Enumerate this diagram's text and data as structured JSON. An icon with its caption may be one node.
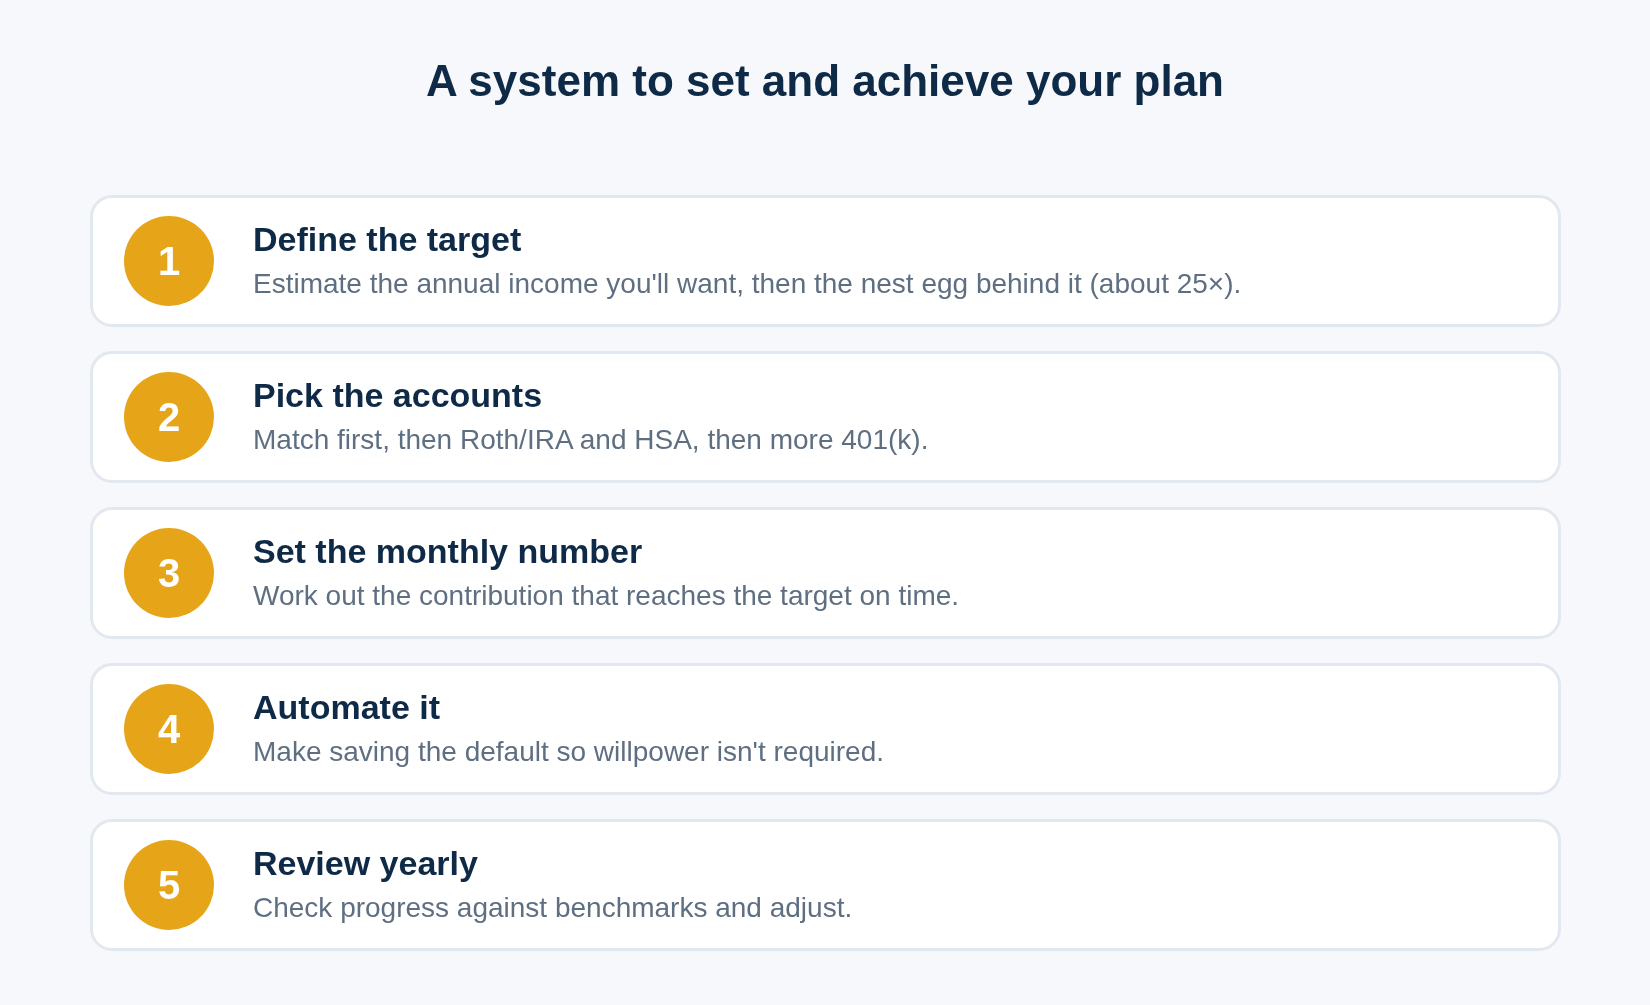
{
  "diagram": {
    "title": "A system to set and achieve your plan",
    "nodes": [
      {
        "text": [
          "Define the target",
          "Estimate the annual income you'll want, then the nest egg behind it (about 25×)."
        ]
      },
      {
        "text": [
          "1"
        ],
        "in": 0
      },
      {
        "text": [
          "Pick the accounts",
          "Match first, then Roth/IRA and HSA, then more 401(k)."
        ]
      },
      {
        "text": [
          "2"
        ],
        "in": 2
      },
      {
        "text": [
          "Set the monthly number",
          "Work out the contribution that reaches the target on time."
        ]
      },
      {
        "text": [
          "3"
        ],
        "in": 4
      },
      {
        "text": [
          "Automate it",
          "Make saving the default so willpower isn't required."
        ]
      },
      {
        "text": [
          "4"
        ],
        "in": 6
      },
      {
        "text": [
          "Review yearly",
          "Check progress against benchmarks and adjust."
        ]
      },
      {
        "text": [
          "5"
        ],
        "in": 8
      }
    ]
  }
}
